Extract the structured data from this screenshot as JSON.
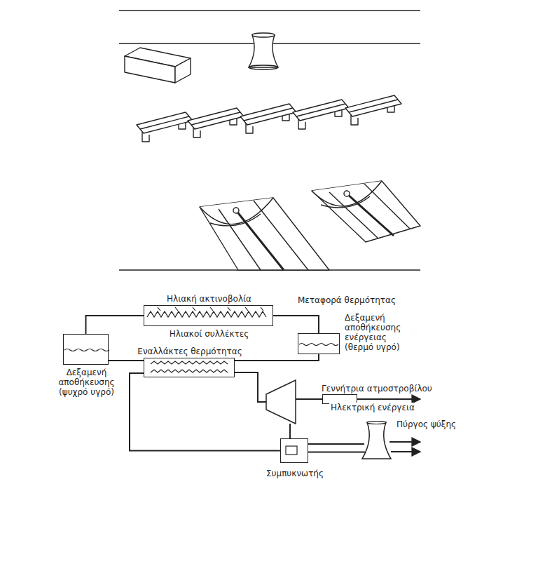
{
  "diagram": {
    "nodes": [
      {
        "text": [
          "Ηλιακή ακτινοβολία",
          "Ηλιακοί συλλέκτες"
        ]
      },
      {
        "text": [
          "Δεξαμενή αποθήκευσης ενέργειας (θερμό υγρό)"
        ]
      },
      {
        "text": [
          "Δεξαμενή αποθήκευσης (ψυχρό υγρό)"
        ]
      },
      {
        "text": [
          "Εναλλάκτες θερμότητας"
        ]
      },
      {
        "text": [
          "Γεννήτρια ατμοστροβίλου"
        ]
      },
      {
        "text": [
          "Πύργος ψύξης"
        ]
      },
      {
        "text": [
          "Συμπυκνωτής"
        ]
      }
    ],
    "edges": [
      {
        "from": 2,
        "to": 0,
        "arrow": "none"
      },
      {
        "from": 0,
        "to": 1,
        "arrow": "none"
      },
      {
        "from": 1,
        "to": 3,
        "arrow": "none"
      },
      {
        "from": 3,
        "to": 2,
        "arrow": "none"
      },
      {
        "from": 6,
        "to": 3,
        "arrow": "none"
      },
      {
        "from": 6,
        "to": 5,
        "arrow": "none"
      }
    ],
    "labels": [
      "Μεταφορά θερμότητας",
      "Ηλεκτρική ενέργεια"
    ]
  }
}
